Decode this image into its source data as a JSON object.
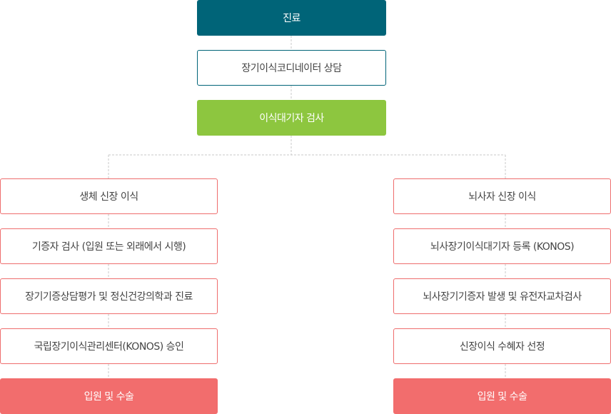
{
  "colors": {
    "dark_teal": "#006478",
    "green": "#8dc63f",
    "red_outline": "#ee6d6d",
    "red_fill": "#f26d6d",
    "connector": "#c8c8c8"
  },
  "top": {
    "step1": "진료",
    "step2": "장기이식코디네이터 상담",
    "step3": "이식대기자 검사"
  },
  "left": {
    "title": "생체 신장 이식",
    "steps": [
      "기증자 검사 (입원 또는 외래에서 시행)",
      "장기기증상담평가 및 정신건강의학과 진료",
      "국립장기이식관리센터(KONOS) 승인"
    ],
    "final": "입원 및 수술"
  },
  "right": {
    "title": "뇌사자 신장 이식",
    "steps": [
      "뇌사장기이식대기자 등록 (KONOS)",
      "뇌사장기기증자 발생 및 유전자교차검사",
      "신장이식 수혜자 선정"
    ],
    "final": "입원 및 수술"
  }
}
